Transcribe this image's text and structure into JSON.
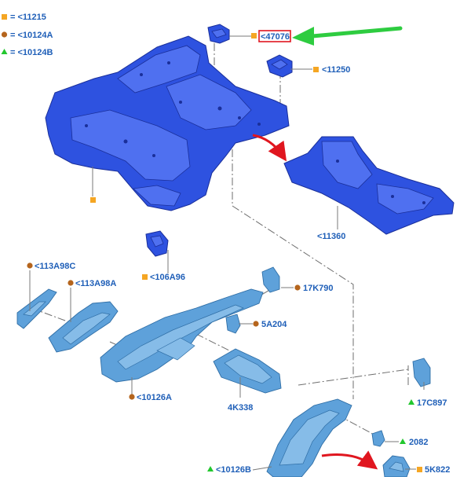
{
  "colors": {
    "square": "#f5a623",
    "circle": "#b5651d",
    "triangle": "#22c72e",
    "label": "#1f5fb8",
    "highlight_box": "#e0161f",
    "green_arrow": "#2ecc40",
    "red_arrow": "#e0161f",
    "floor_part": "#2e52e0",
    "frame_part": "#5ea1da"
  },
  "legend": [
    {
      "marker": "square",
      "text": "= <11215"
    },
    {
      "marker": "circle",
      "text": "= <10124A"
    },
    {
      "marker": "triangle",
      "text": "= <10124B"
    }
  ],
  "callouts": {
    "c47076": {
      "text": "<47076",
      "marker": "square",
      "highlighted": true
    },
    "c11250": {
      "text": "<11250",
      "marker": "square"
    },
    "c11360": {
      "text": "<11360",
      "marker": "none"
    },
    "c106A96": {
      "text": "<106A96",
      "marker": "square"
    },
    "c113A98C": {
      "text": "<113A98C",
      "marker": "circle"
    },
    "c113A98A": {
      "text": "<113A98A",
      "marker": "circle"
    },
    "c17K790": {
      "text": "17K790",
      "marker": "circle"
    },
    "c5A204": {
      "text": "5A204",
      "marker": "circle"
    },
    "c10126A": {
      "text": "<10126A",
      "marker": "circle"
    },
    "c4K338": {
      "text": "4K338",
      "marker": "none"
    },
    "c17C897": {
      "text": "17C897",
      "marker": "triangle"
    },
    "c2082": {
      "text": "2082",
      "marker": "triangle"
    },
    "c10126B": {
      "text": "<10126B",
      "marker": "triangle"
    },
    "c5K822": {
      "text": "5K822",
      "marker": "square"
    }
  }
}
